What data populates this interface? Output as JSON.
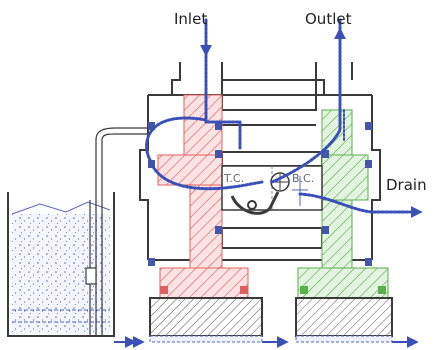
{
  "labels": {
    "inlet": "Inlet",
    "outlet": "Outlet",
    "drain": "Drain",
    "tc": "T.C.",
    "bc": "B.C."
  },
  "colors": {
    "body_line": "#3a3a3a",
    "inlet_fill": "#f2a6a6",
    "inlet_line": "#e06060",
    "outlet_fill": "#a8dca0",
    "outlet_line": "#5bb04e",
    "flow": "#3a50b8",
    "reservoir_line": "#5566bb",
    "hatch": "#555555"
  }
}
